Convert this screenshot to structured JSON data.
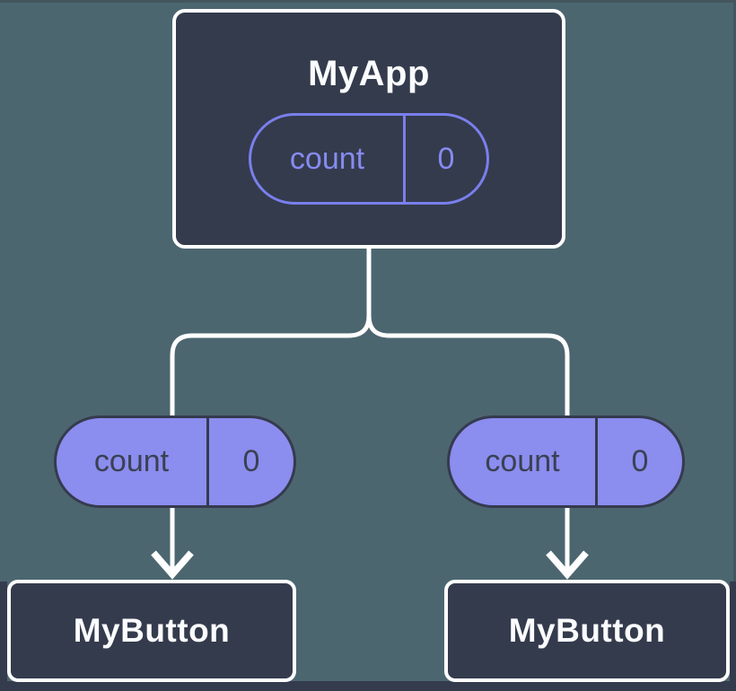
{
  "diagram": {
    "colors": {
      "background": "#4c6670",
      "node_fill": "#343b4d",
      "node_border": "#ffffff",
      "connector": "#ffffff",
      "pill_fill": "#8b8def",
      "pill_outline": "#7a7fec",
      "pill_text_on_fill": "#3a4152",
      "pill_text_purple": "#868bf0"
    },
    "root": {
      "title": "MyApp",
      "prop": {
        "name": "count",
        "value": "0"
      }
    },
    "children": [
      {
        "title": "MyButton",
        "prop": {
          "name": "count",
          "value": "0"
        }
      },
      {
        "title": "MyButton",
        "prop": {
          "name": "count",
          "value": "0"
        }
      }
    ]
  }
}
